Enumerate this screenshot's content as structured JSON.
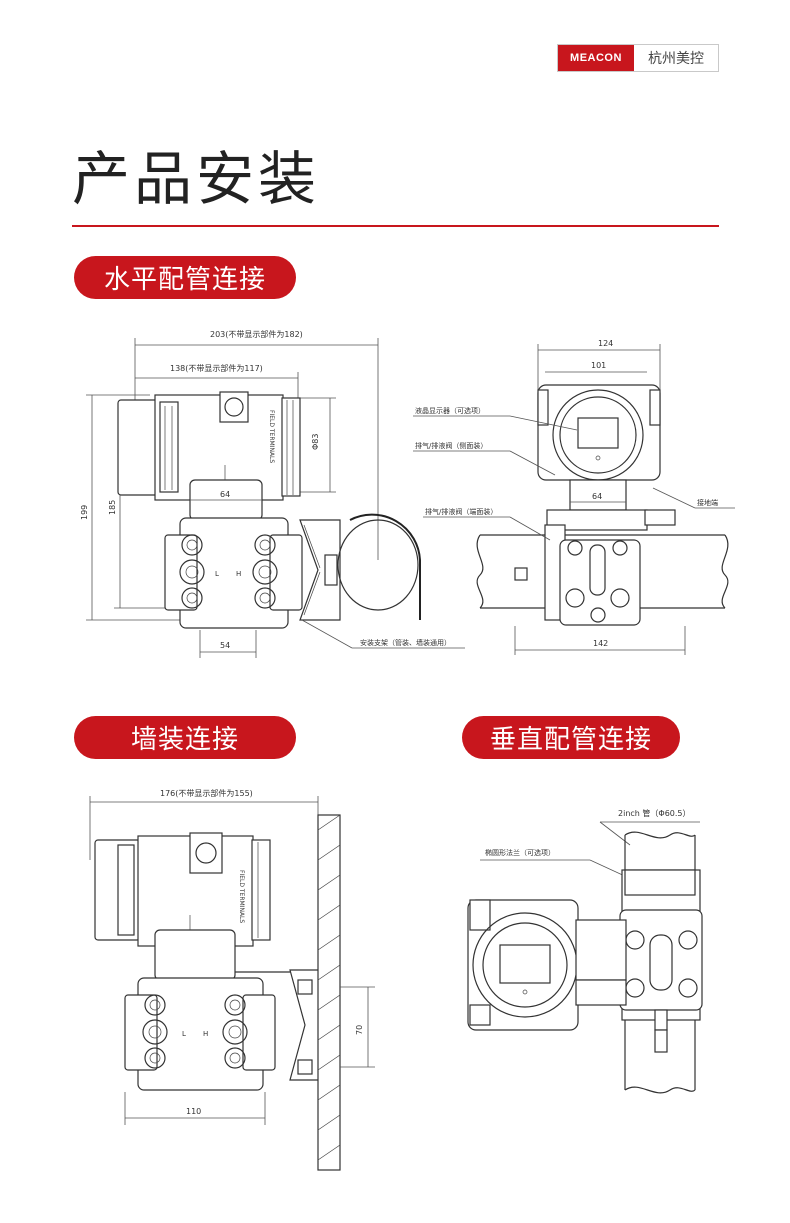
{
  "brand": {
    "logo_mark": "MEACON",
    "logo_text": "杭州美控",
    "accent_color": "#c8161d"
  },
  "page": {
    "title": "产品安装"
  },
  "sections": {
    "horizontal": "水平配管连接",
    "wall": "墙装连接",
    "vertical": "垂直配管连接"
  },
  "diagram_horizontal": {
    "dim_total_width": "203(不带显示部件为182)",
    "dim_housing_width": "138(不带显示部件为117)",
    "dim_height_199": "199",
    "dim_height_185": "185",
    "dim_dia_83": "Φ83",
    "dim_64": "64",
    "dim_54": "54",
    "label_bracket": "安装支架（管装、墙装通用）",
    "nameplate": "FIELD TERMINALS"
  },
  "diagram_side": {
    "dim_124": "124",
    "dim_101": "101",
    "dim_64": "64",
    "dim_142": "142",
    "label_lcd": "液晶显示器（可选项）",
    "label_vent_side": "排气/排液阀（侧面装）",
    "label_vent_end": "排气/排液阀（端面装）",
    "label_ground": "接地端"
  },
  "diagram_wall": {
    "dim_width": "176(不带显示部件为155)",
    "dim_70": "70",
    "dim_110": "110",
    "nameplate": "FIELD TERMINALS"
  },
  "diagram_vertical": {
    "label_pipe": "2inch 管（Φ60.5）",
    "label_flange": "椭圆形法兰（可选项）"
  }
}
